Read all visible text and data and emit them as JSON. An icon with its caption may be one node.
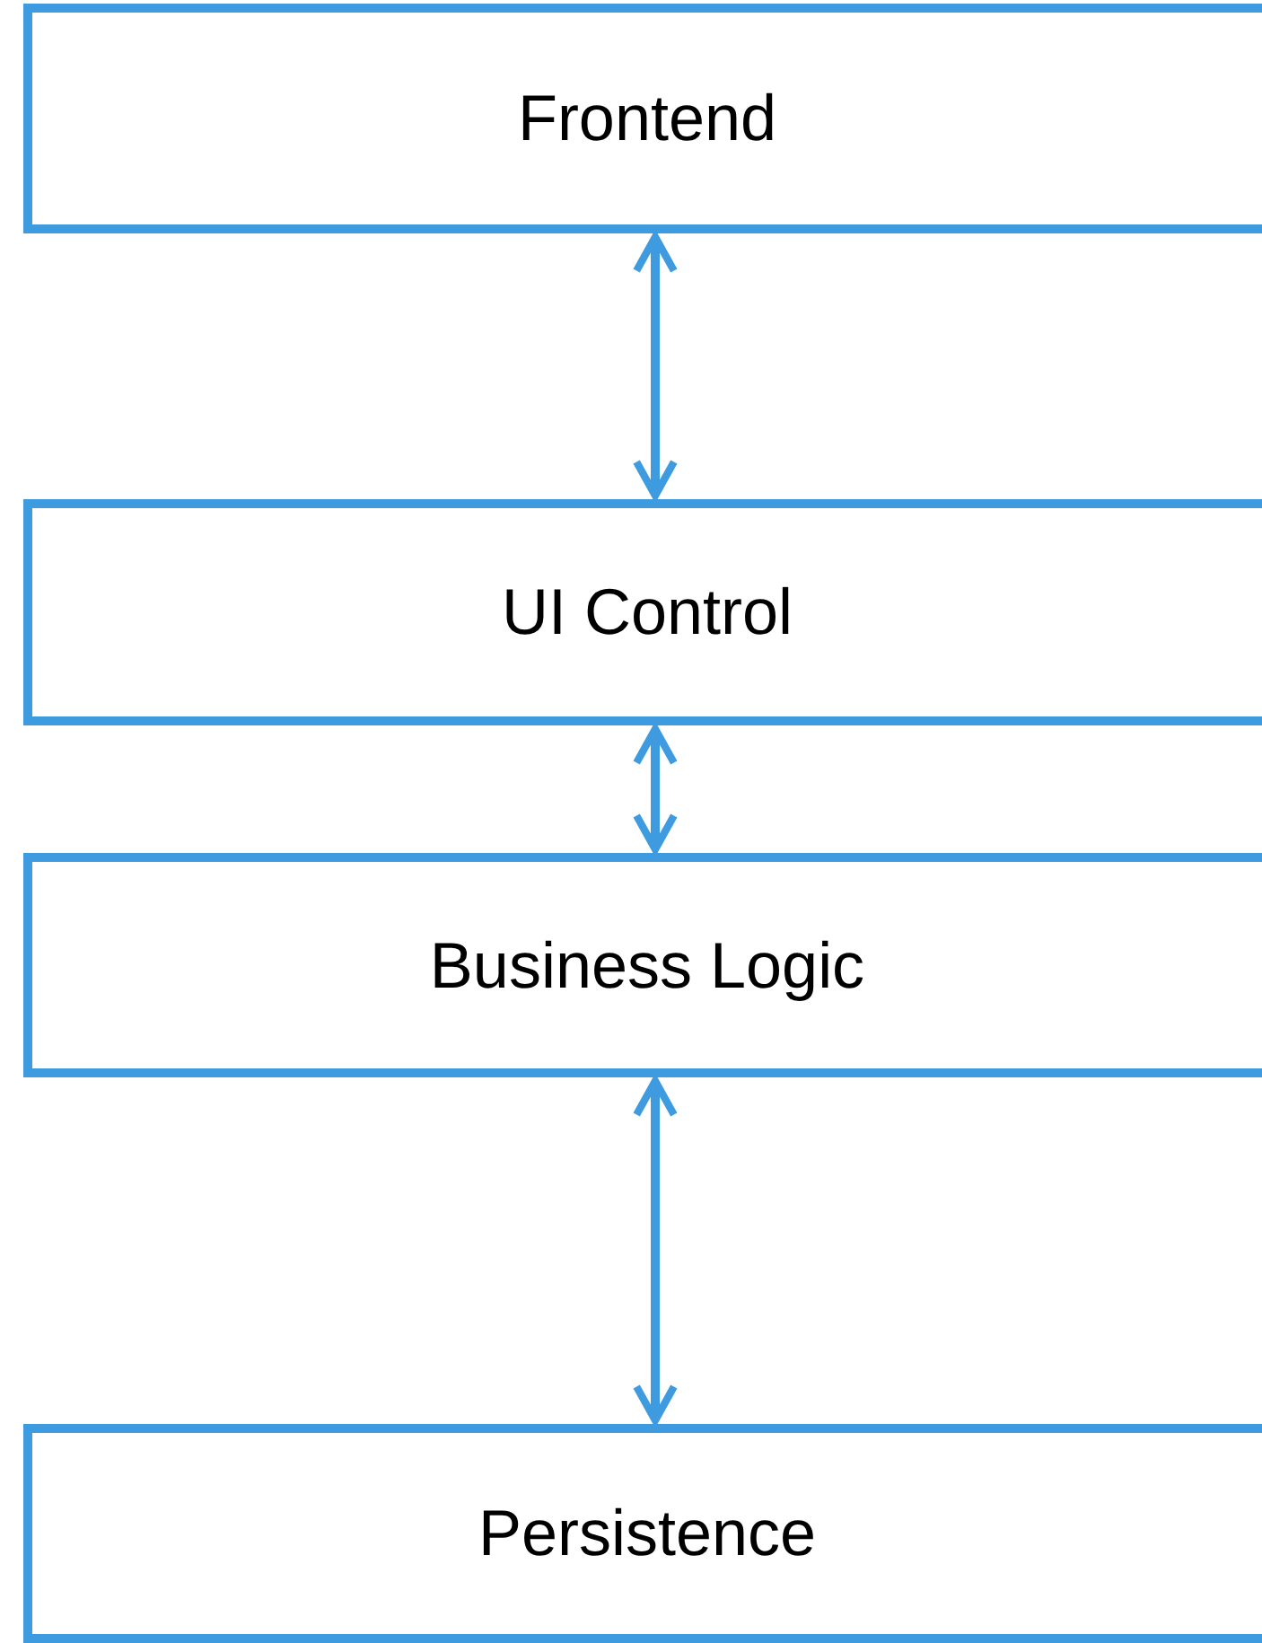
{
  "diagram": {
    "nodes": [
      {
        "text": [
          "Frontend"
        ]
      },
      {
        "text": [
          "UI Control"
        ]
      },
      {
        "text": [
          "Business Logic"
        ]
      },
      {
        "text": [
          "Persistence"
        ]
      }
    ],
    "edges": [
      {
        "from": 0,
        "to": 1,
        "arrow": "both"
      },
      {
        "from": 1,
        "to": 2,
        "arrow": "both"
      },
      {
        "from": 2,
        "to": 3,
        "arrow": "both"
      }
    ]
  }
}
